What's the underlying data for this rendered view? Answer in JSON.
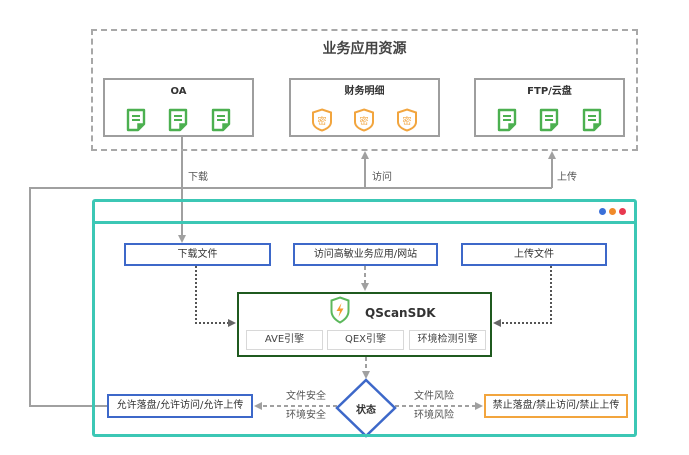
{
  "resources": {
    "title": "业务应用资源",
    "boxes": [
      {
        "label": "OA",
        "icon": "green-document-icon",
        "icon_count": 3
      },
      {
        "label": "财务明细",
        "icon": "orange-secret-shield-icon",
        "icon_count": 3,
        "icon_glyph": "密"
      },
      {
        "label": "FTP/云盘",
        "icon": "green-document-icon",
        "icon_count": 3
      }
    ]
  },
  "flows": {
    "download": "下载",
    "access": "访问",
    "upload": "上传"
  },
  "frame": {
    "window_dots": [
      "#3b6fd8",
      "#f08a2a",
      "#e8384f"
    ]
  },
  "steps": {
    "download_file": "下载文件",
    "access_sensitive": "访问高敏业务应用/网站",
    "upload_file": "上传文件"
  },
  "sdk": {
    "title": "QScanSDK",
    "icon": "lightning-shield-icon",
    "engines": [
      "AVE引擎",
      "QEX引擎",
      "环境检测引擎"
    ]
  },
  "decision": {
    "label": "状态",
    "safe_conditions": [
      "文件安全",
      "环境安全"
    ],
    "risk_conditions": [
      "文件风险",
      "环境风险"
    ],
    "allow_result": "允许落盘/允许访问/允许上传",
    "deny_result": "禁止落盘/禁止访问/禁止上传"
  },
  "colors": {
    "teal_frame": "#3cc7b5",
    "blue_border": "#3d68c9",
    "orange_border": "#f2a53e",
    "sdk_border": "#1f5a1f",
    "doc_icon_green": "#4cb050",
    "secret_icon_orange": "#f2a53e"
  }
}
